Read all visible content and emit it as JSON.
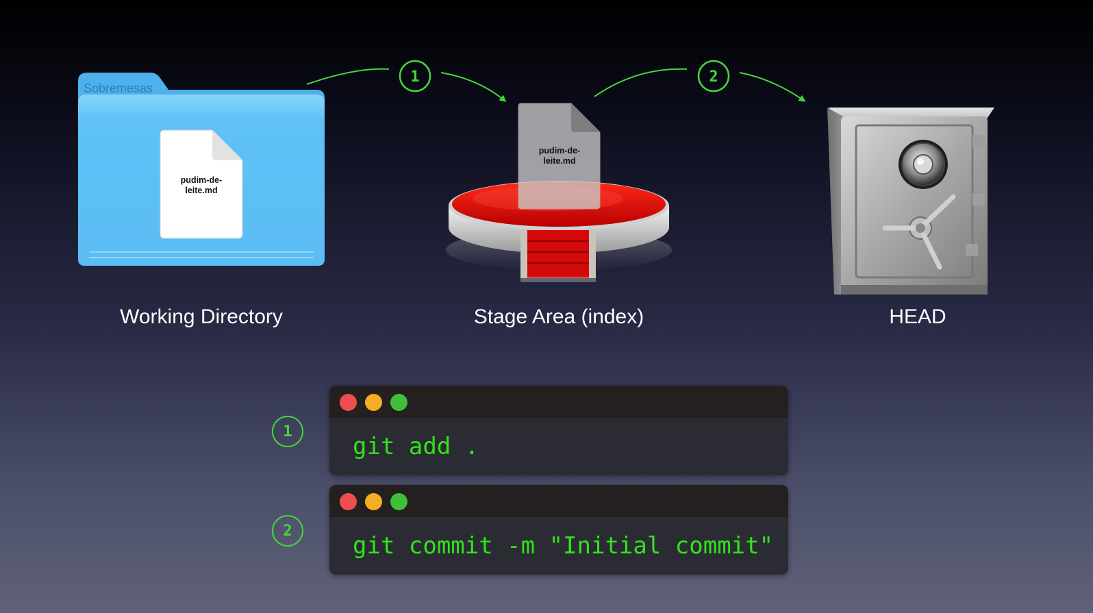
{
  "stages": {
    "working_directory": {
      "label": "Working Directory",
      "folder_name": "Sobremesas",
      "file_line1": "pudim-de-",
      "file_line2": "leite.md"
    },
    "stage_area": {
      "label": "Stage Area (index)",
      "file_line1": "pudim-de-",
      "file_line2": "leite.md"
    },
    "head": {
      "label": "HEAD"
    }
  },
  "arrows": [
    {
      "step": "1",
      "from": "working_directory",
      "to": "stage_area"
    },
    {
      "step": "2",
      "from": "stage_area",
      "to": "head"
    }
  ],
  "commands": [
    {
      "step": "1",
      "text": "git add ."
    },
    {
      "step": "2",
      "text": "git commit -m \"Initial commit\""
    }
  ],
  "colors": {
    "accent_green": "#47d63d",
    "command_text": "#31e41c",
    "folder_blue": "#5fc3f7",
    "stage_red": "#d60000",
    "traffic_red": "#ee4e4e",
    "traffic_yellow": "#f5ad22",
    "traffic_green": "#3ec03a"
  }
}
